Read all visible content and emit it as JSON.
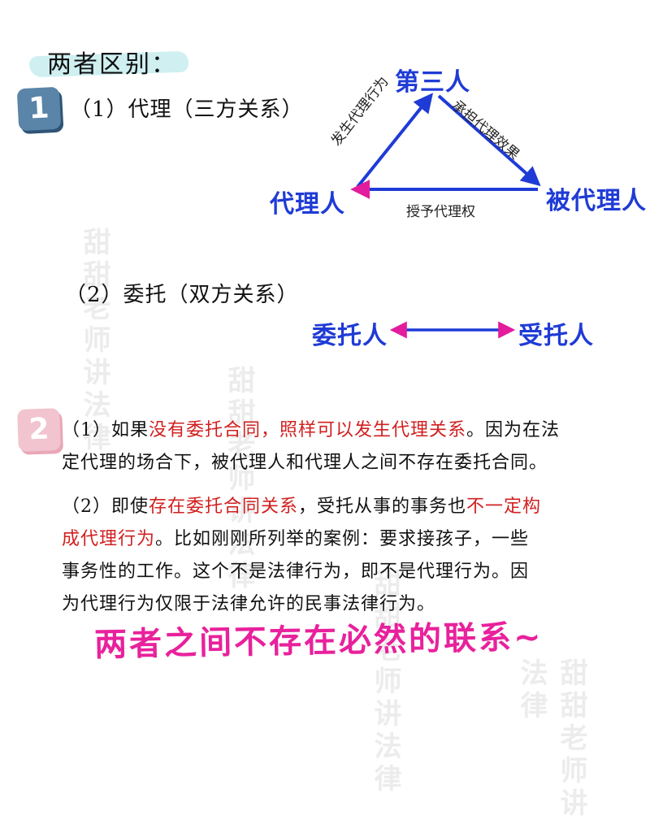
{
  "title": "两者区别：",
  "sections": {
    "one": {
      "badge": "1",
      "sub1_label": "（1）代理（三方关系）",
      "sub2_label": "（2）委托（双方关系）"
    },
    "two": {
      "badge": "2"
    }
  },
  "triangle": {
    "top_node": "第三人",
    "left_node": "代理人",
    "right_node": "被代理人",
    "left_edge_label": "发生代理行为",
    "right_edge_label": "承担代理效果",
    "bottom_edge_label": "授予代理权"
  },
  "entrust": {
    "left_node": "委托人",
    "right_node": "受托人"
  },
  "paragraph1": {
    "p1": "（1）如果",
    "p2": "没有委托合同，照样可以发生代理关系",
    "p3": "。因为在法",
    "line2": "定代理的场合下，被代理人和代理人之间不存在委托合同。"
  },
  "paragraph2": {
    "p1": "（2）即使",
    "p2": "存在委托合同关系",
    "p3": "，受托从事的事务也",
    "p4": "不一定构",
    "line2a": "成代理行为",
    "line2b": "。比如刚刚所列举的案例：要求接孩子，一些",
    "line3": "事务性的工作。这个不是法律行为，即不是代理行为。因",
    "line4": "为代理行为仅限于法律允许的民事法律行为。"
  },
  "conclusion": "两者之间不存在必然的联系~",
  "colors": {
    "diagram_blue": "#1f3bd6",
    "arrow_magenta": "#e21c9c",
    "highlight_red": "#d12020",
    "conclusion_pink": "#e8219c",
    "title_highlight": "#cfeff1"
  }
}
